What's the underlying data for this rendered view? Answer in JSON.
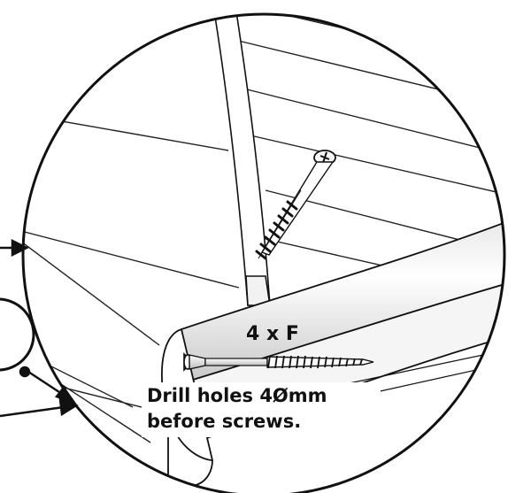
{
  "callout": {
    "quantity": "4 x F",
    "note_line1": "Drill holes 4Ømm",
    "note_line2": "before screws."
  },
  "icons": {
    "screw": "screw-icon",
    "magnifier": "detail-magnifier-circle",
    "pointer": "arrow-icon"
  },
  "colors": {
    "line": "#111111",
    "fill": "#ffffff",
    "shade": "#cfcfcf"
  }
}
